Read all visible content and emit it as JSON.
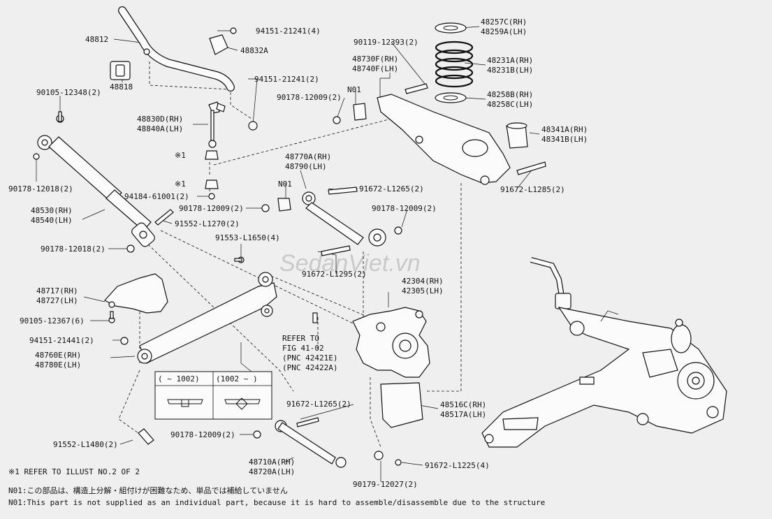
{
  "parts": [
    {
      "id": "48812",
      "text": "48812"
    },
    {
      "id": "48818",
      "text": "48818"
    },
    {
      "id": "48832A",
      "text": "48832A"
    },
    {
      "id": "94151-21241-4",
      "text": "94151-21241(4)"
    },
    {
      "id": "94151-21241-2a",
      "text": "94151-21241(2)"
    },
    {
      "id": "90105-12348",
      "text": "90105-12348(2)"
    },
    {
      "id": "48830D",
      "text": "48830D(RH)"
    },
    {
      "id": "48840A",
      "text": "48840A(LH)"
    },
    {
      "id": "90178-12018-a",
      "text": "90178-12018(2)"
    },
    {
      "id": "94184-61001",
      "text": "94184-61001(2)"
    },
    {
      "id": "48530",
      "text": "48530(RH)"
    },
    {
      "id": "48540",
      "text": "48540(LH)"
    },
    {
      "id": "90178-12009-a",
      "text": "90178-12009(2)"
    },
    {
      "id": "91552-L1270",
      "text": "91552-L1270(2)"
    },
    {
      "id": "90178-12018-b",
      "text": "90178-12018(2)"
    },
    {
      "id": "91553-L1650",
      "text": "91553-L1650(4)"
    },
    {
      "id": "48717",
      "text": "48717(RH)"
    },
    {
      "id": "48727",
      "text": "48727(LH)"
    },
    {
      "id": "90105-12367",
      "text": "90105-12367(6)"
    },
    {
      "id": "94151-21441",
      "text": "94151-21441(2)"
    },
    {
      "id": "48760E",
      "text": "48760E(RH)"
    },
    {
      "id": "48780E",
      "text": "48780E(LH)"
    },
    {
      "id": "91552-L1480",
      "text": "91552-L1480(2)"
    },
    {
      "id": "90178-12009-b",
      "text": "90178-12009(2)"
    },
    {
      "id": "48710A",
      "text": "48710A(RH)"
    },
    {
      "id": "48720A",
      "text": "48720A(LH)"
    },
    {
      "id": "90179-12027",
      "text": "90179-12027(2)"
    },
    {
      "id": "91672-L1225",
      "text": "91672-L1225(4)"
    },
    {
      "id": "91672-L1265-b",
      "text": "91672-L1265(2)"
    },
    {
      "id": "48516C",
      "text": "48516C(RH)"
    },
    {
      "id": "48517A",
      "text": "48517A(LH)"
    },
    {
      "id": "42304",
      "text": "42304(RH)"
    },
    {
      "id": "42305",
      "text": "42305(LH)"
    },
    {
      "id": "91672-L1295",
      "text": "91672-L1295(2)"
    },
    {
      "id": "90178-12009-c",
      "text": "90178-12009(2)"
    },
    {
      "id": "91672-L1265-a",
      "text": "91672-L1265(2)"
    },
    {
      "id": "48770A",
      "text": "48770A(RH)"
    },
    {
      "id": "48790",
      "text": "48790(LH)"
    },
    {
      "id": "n01-b",
      "text": "N01"
    },
    {
      "id": "90178-12009-d",
      "text": "90178-12009(2)"
    },
    {
      "id": "n01-a",
      "text": "N01"
    },
    {
      "id": "90119-12393",
      "text": "90119-12393(2)"
    },
    {
      "id": "48730F",
      "text": "48730F(RH)"
    },
    {
      "id": "48740F",
      "text": "48740F(LH)"
    },
    {
      "id": "48257C",
      "text": "48257C(RH)"
    },
    {
      "id": "48259A",
      "text": "48259A(LH)"
    },
    {
      "id": "48231A",
      "text": "48231A(RH)"
    },
    {
      "id": "48231B",
      "text": "48231B(LH)"
    },
    {
      "id": "48258B",
      "text": "48258B(RH)"
    },
    {
      "id": "48258C",
      "text": "48258C(LH)"
    },
    {
      "id": "48341A",
      "text": "48341A(RH)"
    },
    {
      "id": "48341B",
      "text": "48341B(LH)"
    },
    {
      "id": "91672-L1285",
      "text": "91672-L1285(2)"
    },
    {
      "id": "ref1",
      "text": "REFER TO"
    },
    {
      "id": "ref2",
      "text": "FIG 41-02"
    },
    {
      "id": "ref3",
      "text": "(PNC 42421E)"
    },
    {
      "id": "ref4",
      "text": "(PNC 42422A)"
    },
    {
      "id": "mark1",
      "text": "※1"
    },
    {
      "id": "mark2",
      "text": "※1"
    }
  ],
  "inset": {
    "left_label": "(    ~ 1002)",
    "right_label": "(1002  ~     )"
  },
  "watermark": "SedanViet.vn",
  "notes": {
    "ref_note": "※1 REFER TO ILLUST NO.2 OF 2",
    "n01_jp": "N01:この部品は、構造上分解・組付けが困難なため、単品では補給していません",
    "n01_en": "N01:This part is not supplied as an individual part, because it is hard to assemble/disassemble due to the structure"
  }
}
